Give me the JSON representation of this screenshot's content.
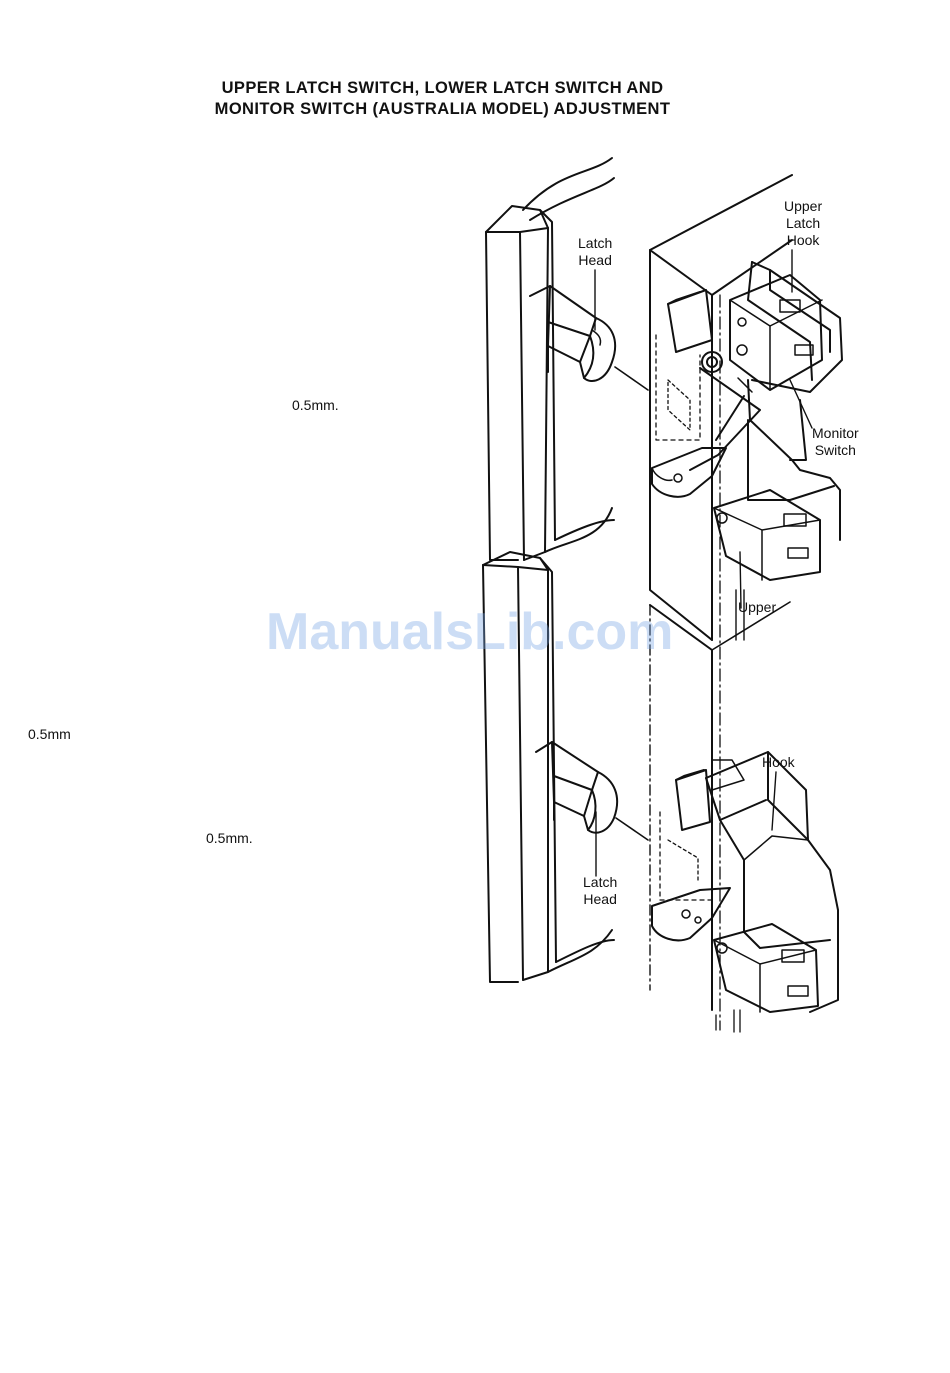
{
  "title": {
    "line1": "UPPER LATCH SWITCH, LOWER LATCH SWITCH AND",
    "line2": "MONITOR SWITCH (AUSTRALIA MODEL) ADJUSTMENT"
  },
  "measurements": {
    "upper": "0.5mm.",
    "middle": "0.5mm",
    "lower": "0.5mm."
  },
  "labels": {
    "upper_latch_head": [
      "Latch",
      "Head"
    ],
    "upper_latch_hook": [
      "Upper",
      "Latch",
      "Hook"
    ],
    "monitor_switch": [
      "Monitor",
      "Switch"
    ],
    "upper": "Upper",
    "hook": "Hook",
    "lower_latch_head": [
      "Latch",
      "Head"
    ]
  },
  "watermark": "ManualsLib.com"
}
